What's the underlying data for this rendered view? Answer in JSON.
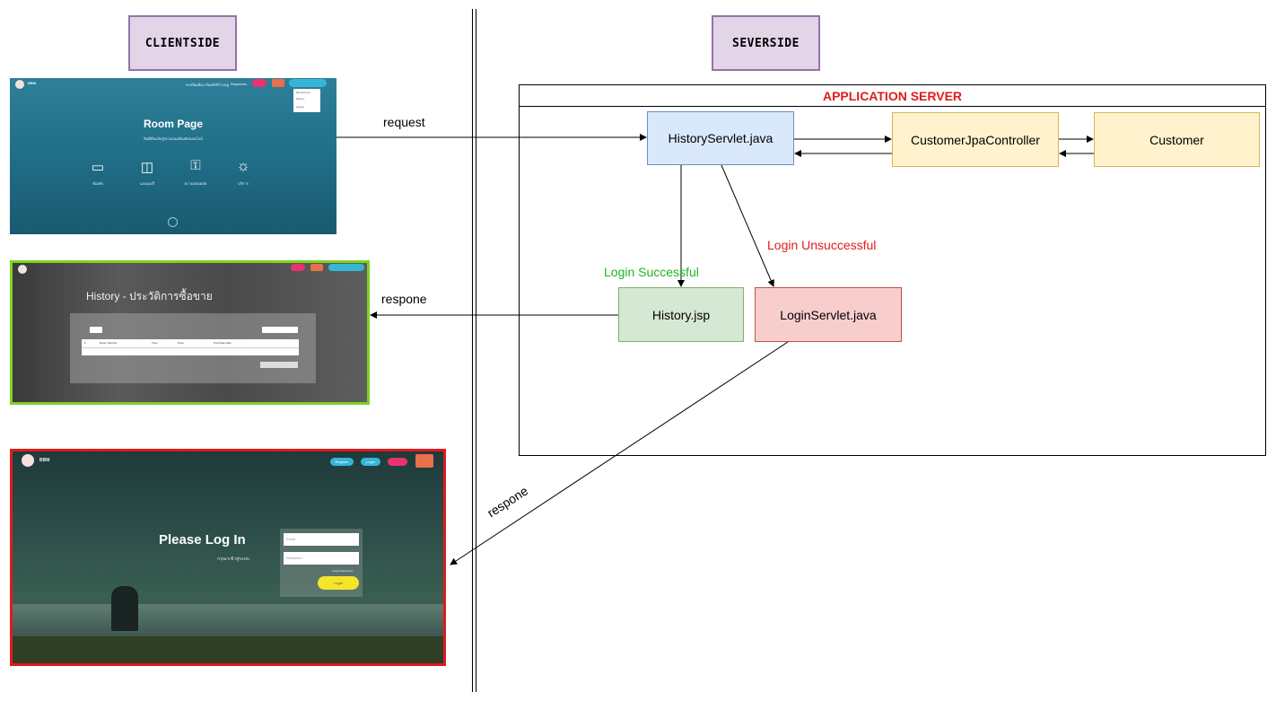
{
  "sections": {
    "client_label": "CLIENTSIDE",
    "server_label": "SEVERSIDE"
  },
  "server": {
    "title": "APPLICATION SERVER",
    "nodes": {
      "history_servlet": "HistoryServlet.java",
      "customer_jpa": "CustomerJpaController",
      "customer": "Customer",
      "history_jsp": "History.jsp",
      "login_servlet": "LoginServlet.java"
    }
  },
  "edges": {
    "request": "request",
    "respone_history": "respone",
    "respone_login": "respone",
    "login_successful": "Login Successful",
    "login_unsuccessful": "Login Unsuccessful"
  },
  "screens": {
    "room": {
      "brand": "BBM",
      "nav": [
        "ทะเบียนห้อง",
        "ห้องพักที่ว่างอยู่",
        "Registrars"
      ],
      "title": "Room Page",
      "subtitle": "ยินดีต้อนรับสู่ระบบจองห้องพักออนไลน์",
      "menu": [
        "My Account",
        "History",
        "Logout"
      ],
      "icons": [
        {
          "icon": "id-card-icon",
          "glyph": "🪪",
          "label": "ห้องพัก"
        },
        {
          "icon": "camera-icon",
          "glyph": "📷",
          "label": "แกลเลอรี่"
        },
        {
          "icon": "lock-icon",
          "glyph": "🔒",
          "label": "ความปลอดภัย"
        },
        {
          "icon": "sun-icon",
          "glyph": "☼",
          "label": "บริการ"
        }
      ]
    },
    "history": {
      "title": "History - ประวัติการซื้อขาย",
      "columns": [
        "#",
        "Room Number",
        "Type",
        "Price",
        "Purchase Date"
      ]
    },
    "login": {
      "brand": "BBM",
      "title": "Please Log In",
      "subtitle": "กรุณาเข้าสู่ระบบ",
      "email_placeholder": "Email",
      "password_placeholder": "Password",
      "forgot": "Forgot Password",
      "login_button": "Login",
      "register_button": "Register",
      "nav_login": "Login"
    }
  },
  "colors": {
    "title_red": "#e01b1b",
    "success_green": "#22b322",
    "fail_red": "#e01b1b"
  }
}
